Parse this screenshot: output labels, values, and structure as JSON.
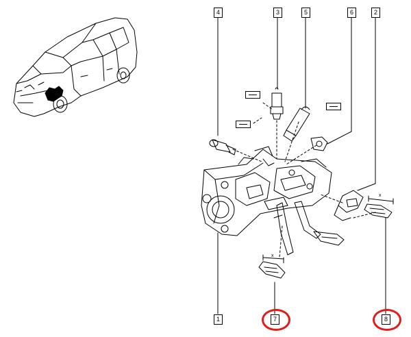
{
  "callouts": {
    "c1": "1",
    "c2": "2",
    "c3": "3",
    "c4": "4",
    "c5": "5",
    "c6": "6",
    "c7": "7",
    "c8": "8"
  },
  "highlight_color": "#e31b1b",
  "highlighted_parts": [
    "7",
    "8"
  ],
  "measure_marks": {
    "m7": "x",
    "m8": "x"
  }
}
